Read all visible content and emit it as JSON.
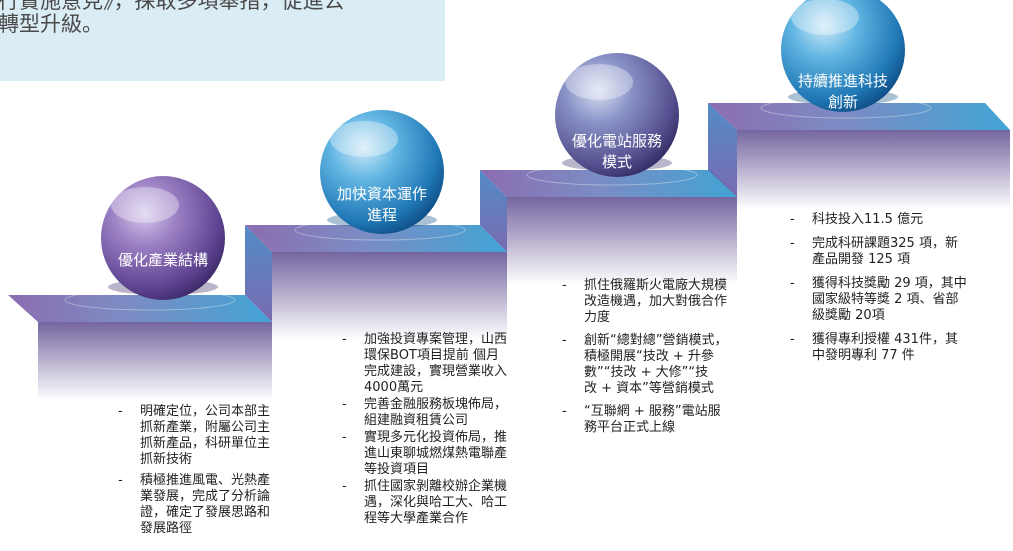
{
  "banner": {
    "line1": "行實施意見》，採取多項舉措，促進公",
    "line2": "轉型升級。"
  },
  "steps": [
    {
      "title_lines": [
        "優化產業結構"
      ],
      "bullets": [
        [
          "明確定位，公司本部主",
          "抓新產業，附屬公司主",
          "抓新產品，科研單位主",
          "抓新技術"
        ],
        [
          "積極推進風電、光熱產",
          "業發展，完成了分析論",
          "證，確定了發展思路和",
          "發展路徑"
        ]
      ]
    },
    {
      "title_lines": [
        "加快資本運作",
        "進程"
      ],
      "bullets": [
        [
          "加強投資專案管理，山西",
          "環保BOT項目提前 個月",
          "完成建設，實現營業收入",
          "4000萬元"
        ],
        [
          "完善金融服務板塊佈局，",
          "組建融資租賃公司"
        ],
        [
          "實現多元化投資佈局，推",
          "進山東聊城燃煤熱電聯產",
          "等投資項目"
        ],
        [
          "抓住國家剝離校辦企業機",
          "遇，深化與哈工大、哈工",
          "程等大學產業合作"
        ]
      ]
    },
    {
      "title_lines": [
        "優化電站服務",
        "模式"
      ],
      "bullets": [
        [
          "抓住俄羅斯火電廠大規模",
          "改造機遇，加大對俄合作",
          "力度"
        ],
        [
          "創新“總對總”營銷模式，",
          "積極開展“技改 + 升參",
          "數”“技改 + 大修”“技",
          "改 + 資本”等營銷模式"
        ],
        [
          "“互聯網 + 服務”電站服",
          "務平台正式上線"
        ]
      ]
    },
    {
      "title_lines": [
        "持續推進科技",
        "創新"
      ],
      "bullets": [
        [
          "科技投入11.5 億元"
        ],
        [
          "完成科研課題325 項，新",
          "產品開發 125 項"
        ],
        [
          "獲得科技獎勵 29 項，其中",
          "國家級特等獎 2 項、省部",
          "級獎勵 20項"
        ],
        [
          "獲得專利授權 431件，其",
          "中發明專利 77 件"
        ]
      ]
    }
  ],
  "colors": {
    "banner_bg": "#dbedf4",
    "step_purple": "#7a5aa3",
    "step_blue": "#2f8fc2"
  }
}
